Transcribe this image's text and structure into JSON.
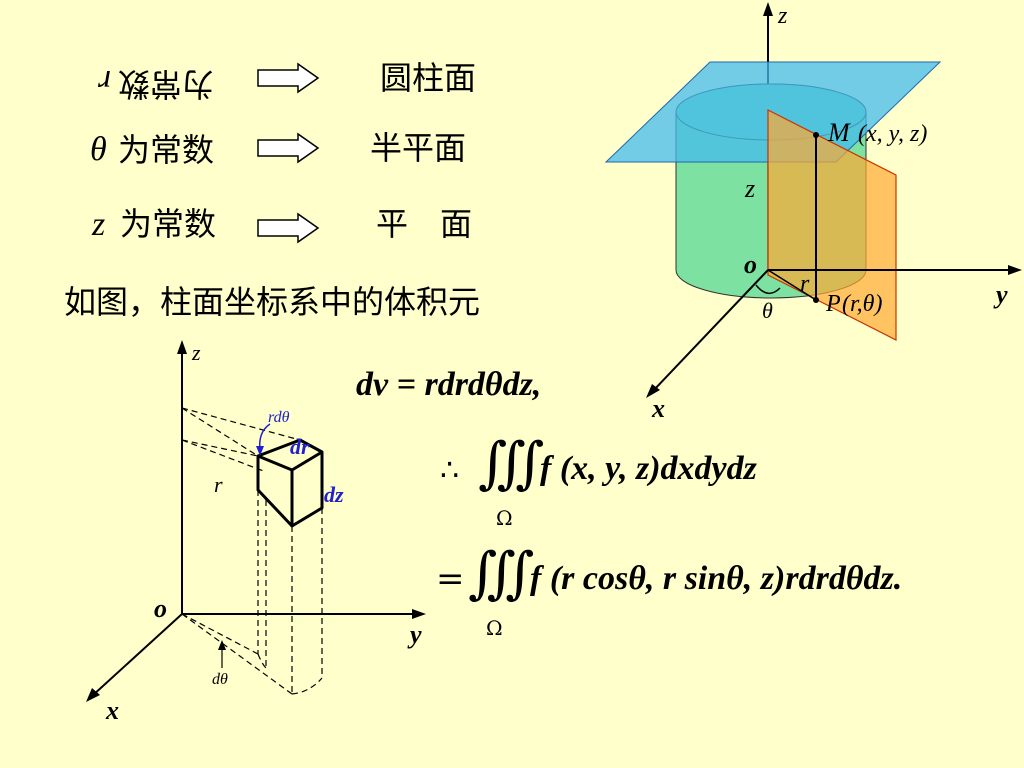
{
  "rows": [
    {
      "variable": "r",
      "label": "为常数",
      "surface": "圆柱面"
    },
    {
      "variable": "θ",
      "label": "为常数",
      "surface": "半平面"
    },
    {
      "variable": "z",
      "label": "为常数",
      "surface": "平　面"
    }
  ],
  "caption": "如图，柱面坐标系中的体积元",
  "figure_top": {
    "axis_z": "z",
    "axis_y": "y",
    "axis_x": "x",
    "origin": "o",
    "point_m": "M",
    "point_m_coords": "(x, y, z)",
    "height_label": "z",
    "radius_label": "r",
    "angle_label": "θ",
    "point_p": "P",
    "point_p_coords": "(r,θ)"
  },
  "figure_bottom": {
    "axis_z": "z",
    "axis_y": "y",
    "axis_x": "x",
    "origin": "o",
    "r_label": "r",
    "rdtheta_label": "rdθ",
    "dr_label": "dr",
    "dz_label": "dz",
    "dtheta_label": "dθ"
  },
  "formulas": {
    "volume_element": "dv = rdrdθdz,",
    "therefore": "∴",
    "integral": "∭",
    "region": "Ω",
    "integrand1": "f (x, y, z)dxdydz",
    "equals": "=",
    "integrand2": "f (r cosθ, r sinθ, z)rdrdθdz."
  }
}
